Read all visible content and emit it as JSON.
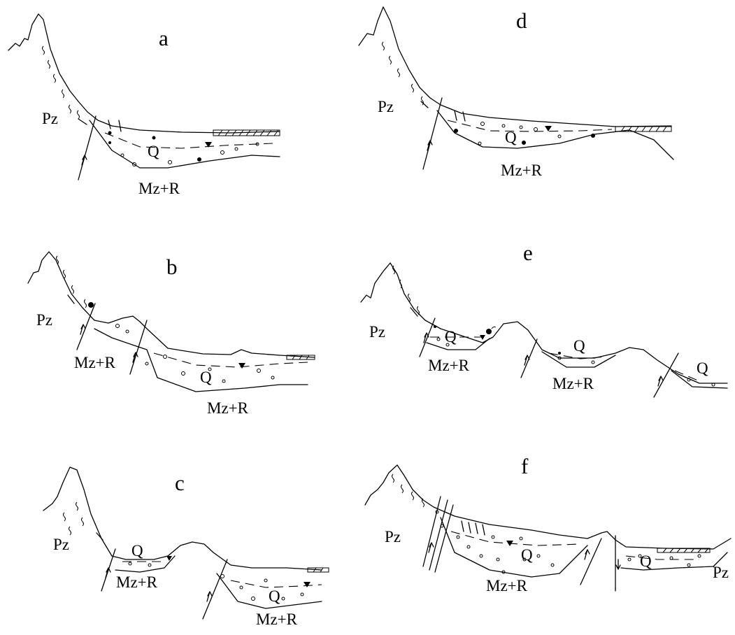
{
  "panels": {
    "a": {
      "letter": "a",
      "labels": {
        "pz": "Pz",
        "q": "Q",
        "mzr": "Mz+R"
      }
    },
    "b": {
      "letter": "b",
      "labels": {
        "pz": "Pz",
        "q": "Q",
        "mzr1": "Mz+R",
        "mzr2": "Mz+R"
      }
    },
    "c": {
      "letter": "c",
      "labels": {
        "pz": "Pz",
        "q1": "Q",
        "q2": "Q",
        "mzr1": "Mz+R",
        "mzr2": "Mz+R"
      }
    },
    "d": {
      "letter": "d",
      "labels": {
        "pz": "Pz",
        "q": "Q",
        "mzr": "Mz+R"
      }
    },
    "e": {
      "letter": "e",
      "labels": {
        "pz": "Pz",
        "q1": "Q",
        "q2": "Q",
        "q3": "Q",
        "mzr1": "Mz+R",
        "mzr2": "Mz+R"
      }
    },
    "f": {
      "letter": "f",
      "labels": {
        "pz1": "Pz",
        "pz2": "Pz",
        "q1": "Q",
        "q2": "Q",
        "mzr": "Mz+R"
      }
    }
  },
  "legend_symbols": {
    "water_table": "filled-triangle-marker",
    "gravel": "open-circle",
    "spring": "filled-dot",
    "fault": "fault-line-with-arrows",
    "lake_deposit": "hatched-band",
    "weathering": "wavy-marks"
  },
  "colors": {
    "ink": "#000000",
    "paper": "#ffffff"
  }
}
